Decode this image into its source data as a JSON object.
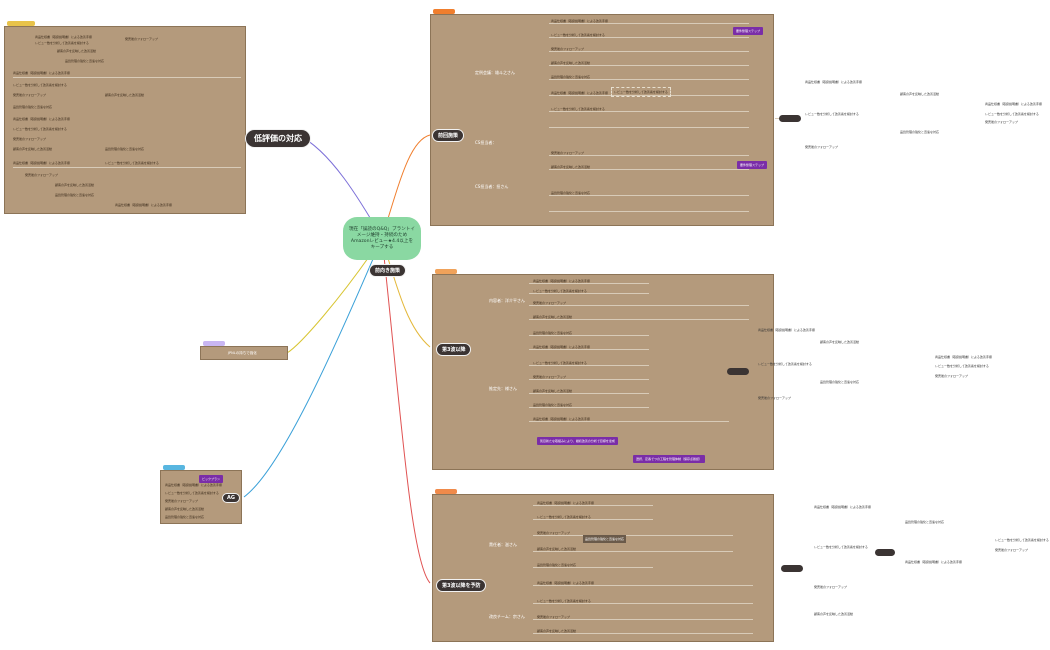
{
  "center": {
    "text": "現在「誤読のQ&Q」ブラントイメージ維持・持続のため Amazonレビュー★4.4以上をキープする"
  },
  "main_node": {
    "label": "前向き施策"
  },
  "nodes": {
    "left_top": "低評価の対応",
    "right_top": "前回施策",
    "right_mid": "第3波以降",
    "right_bot": "第3波以降を予防",
    "left_mid": "JPNLの持ちで強化",
    "left_bot": "AG"
  },
  "panel_labels": {
    "right_top_sub1": "定例会議：雄斗之さん",
    "right_top_sub2": "CS担当者：",
    "right_top_sub3": "CS担当者：担さん",
    "right_mid_sub1": "内容者：洋介平さん",
    "right_mid_sub2": "推定先：様さん",
    "right_bot_sub1": "責任者：滋さん",
    "right_bot_sub2": "改良チーム：宗さん"
  },
  "purple_labels": [
    "要件整理ステップ",
    "要件整理ステップ",
    "別目新たな取組みにより、継続改善の分析で目標を達成",
    "選択、定番でつの工程を管理体制（保存点確認）",
    "ビックプラン"
  ],
  "small_texts": {
    "t1": "商品仕様書（取扱説明書）による改善手順",
    "t2": "レビュー数を分析して改善案を検討する",
    "t3": "発売後のフォローアップ",
    "t4": "顧客の声を反映した改善活動",
    "t5": "品質管理の強化と迅速な対応"
  }
}
